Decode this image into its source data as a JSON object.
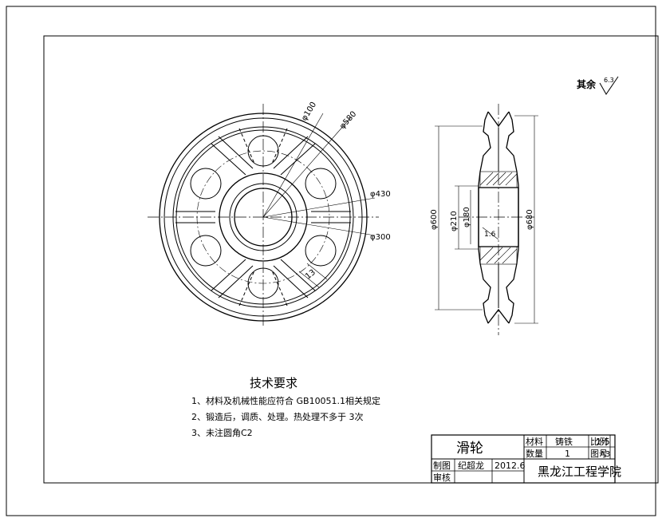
{
  "drawing": {
    "surface_finish": {
      "text": "其余",
      "value": "6.3"
    },
    "front_view": {
      "dims": {
        "d100": "φ100",
        "d580": "φ580",
        "d430": "φ430",
        "d300": "φ300",
        "w13": "13"
      }
    },
    "side_view": {
      "dims": {
        "d600": "φ600",
        "d210": "φ210",
        "d180": "φ180",
        "d680": "φ680",
        "ra16": "1.6"
      }
    },
    "tech": {
      "title": "技术要求",
      "lines": [
        "1、材料及机械性能应符合 GB10051.1相关规定",
        "2、锻造后，调质、处理。热处理不多于 3次",
        "3、未注圆角C2"
      ]
    },
    "title_block": {
      "part_name": "滑轮",
      "material_label": "材料",
      "material_value": "铸铁",
      "scale_label": "比例",
      "scale_value": "1:5",
      "qty_label": "数量",
      "qty_value": "1",
      "drawing_no_label": "图号",
      "drawing_no_value": "A3",
      "drawn_label": "制图",
      "drawn_name": "纪超龙",
      "date": "2012.6",
      "checked_label": "审核",
      "school": "黑龙江工程学院"
    }
  }
}
